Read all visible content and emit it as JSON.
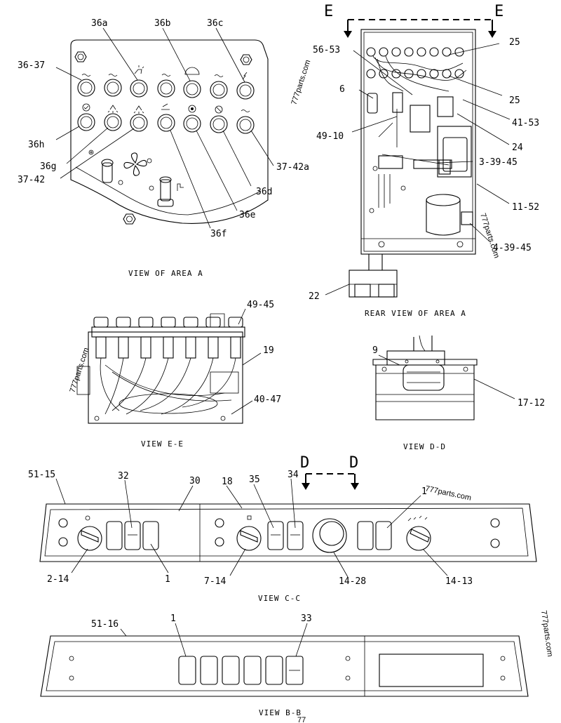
{
  "views": {
    "area_a": "VIEW OF AREA A",
    "rear_a": "REAR VIEW OF AREA A",
    "ee": "VIEW E-E",
    "dd": "VIEW D-D",
    "cc": "VIEW C-C",
    "bb": "VIEW B-B"
  },
  "section_letters": {
    "e_left": "E",
    "e_right": "E",
    "d_left": "D",
    "d_right": "D"
  },
  "callouts": {
    "c36a": "36a",
    "c36b": "36b",
    "c36c": "36c",
    "c3637": "36-37",
    "c36h": "36h",
    "c36g": "36g",
    "c3742": "37-42",
    "c3742a": "37-42a",
    "c36d": "36d",
    "c36e": "36e",
    "c36f": "36f",
    "c5653": "56-53",
    "c25a": "25",
    "c25b": "25",
    "c6": "6",
    "c4953": "41-53",
    "c4910": "49-10",
    "c24": "24",
    "c33945": "3-39-45",
    "c1152": "11-52",
    "c43945": "4-39-45",
    "c22": "22",
    "c4945": "49-45",
    "c19": "19",
    "c4047": "40-47",
    "c9": "9",
    "c1712": "17-12",
    "c5115": "51-15",
    "c32": "32",
    "c30": "30",
    "c18": "18",
    "c35": "35",
    "c34": "34",
    "c1top": "1",
    "c214": "2-14",
    "c1a": "1",
    "c714": "7-14",
    "c1428": "14-28",
    "c1413": "14-13",
    "c5116": "51-16",
    "c1b": "1",
    "c33": "33"
  },
  "watermarks": {
    "w1": "777parts.com",
    "w2": "777parts.com",
    "w3": "777parts.com",
    "w4": "777parts.com",
    "w5": "777parts.com",
    "w6": "77"
  }
}
